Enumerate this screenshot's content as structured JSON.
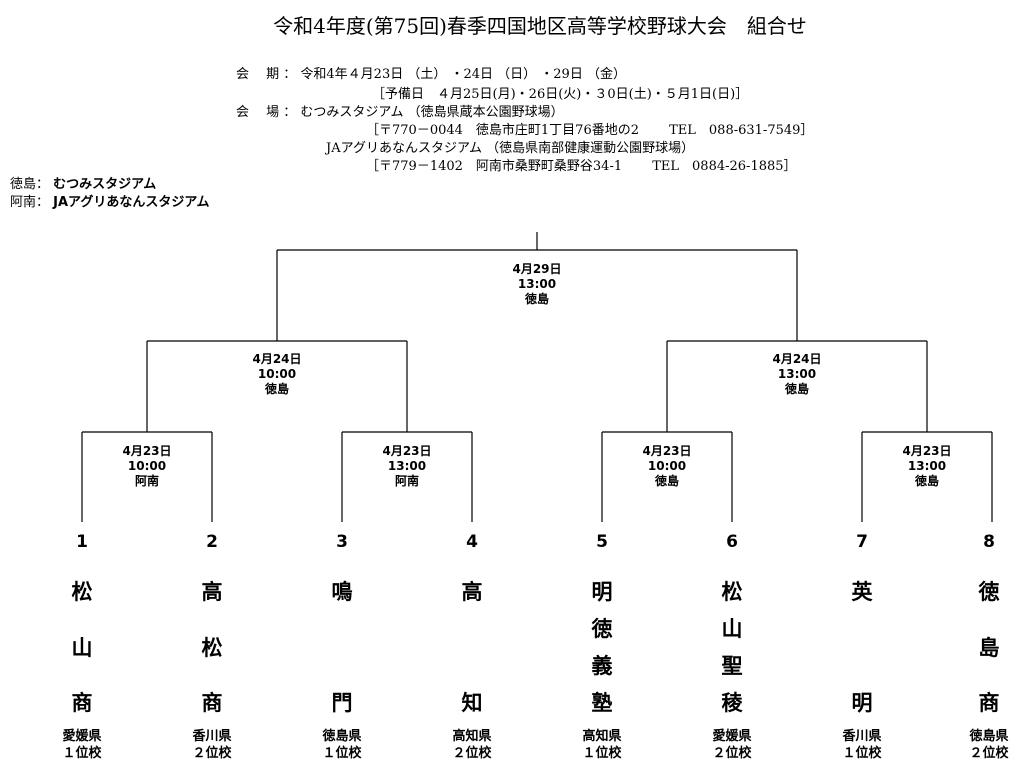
{
  "title": "令和4年度(第75回)春季四国地区高等学校野球大会　組合せ",
  "info": {
    "line1": "会　 期 ： 令和4年４月23日 （土） ・24日 （日） ・29日 （金）",
    "line2": "［予備日　４月25日(月)・26日(火)・３0日(土)・５月1日(日)］",
    "line3": "会　 場 ： むつみスタジアム （徳島県蔵本公園野球場）",
    "line4": "［〒770－0044　徳島市庄町1丁目76番地の2　　 TEL　088-631-7549］",
    "line5": "JAアグリあなんスタジアム （徳島県南部健康運動公園野球場）",
    "line6": "［〒779－1402　阿南市桑野町桑野谷34-1　　 TEL　0884-26-1885］"
  },
  "venues": [
    {
      "label": "徳島：",
      "name": "むつみスタジアム"
    },
    {
      "label": "阿南：",
      "name": "JAアグリあなんスタジアム"
    }
  ],
  "matches": [
    {
      "date": "4月29日",
      "time": "13:00",
      "venue": "徳島"
    },
    {
      "date": "4月24日",
      "time": "10:00",
      "venue": "徳島"
    },
    {
      "date": "4月24日",
      "time": "13:00",
      "venue": "徳島"
    },
    {
      "date": "4月23日",
      "time": "10:00",
      "venue": "阿南"
    },
    {
      "date": "4月23日",
      "time": "13:00",
      "venue": "阿南"
    },
    {
      "date": "4月23日",
      "time": "10:00",
      "venue": "徳島"
    },
    {
      "date": "4月23日",
      "time": "13:00",
      "venue": "徳島"
    }
  ],
  "teams": [
    {
      "num": "1",
      "chars": [
        "松",
        "山",
        "商"
      ],
      "pref": "愛媛県",
      "rank": "１位校"
    },
    {
      "num": "2",
      "chars": [
        "高",
        "松",
        "商"
      ],
      "pref": "香川県",
      "rank": "２位校"
    },
    {
      "num": "3",
      "chars": [
        "鳴",
        "門"
      ],
      "pref": "徳島県",
      "rank": "１位校"
    },
    {
      "num": "4",
      "chars": [
        "高",
        "知"
      ],
      "pref": "高知県",
      "rank": "２位校"
    },
    {
      "num": "5",
      "chars": [
        "明",
        "徳",
        "義",
        "塾"
      ],
      "pref": "高知県",
      "rank": "１位校"
    },
    {
      "num": "6",
      "chars": [
        "松",
        "山",
        "聖",
        "稜"
      ],
      "pref": "愛媛県",
      "rank": "２位校"
    },
    {
      "num": "7",
      "chars": [
        "英",
        "明"
      ],
      "pref": "香川県",
      "rank": "１位校"
    },
    {
      "num": "8",
      "chars": [
        "徳",
        "島",
        "商"
      ],
      "pref": "徳島県",
      "rank": "２位校"
    }
  ]
}
